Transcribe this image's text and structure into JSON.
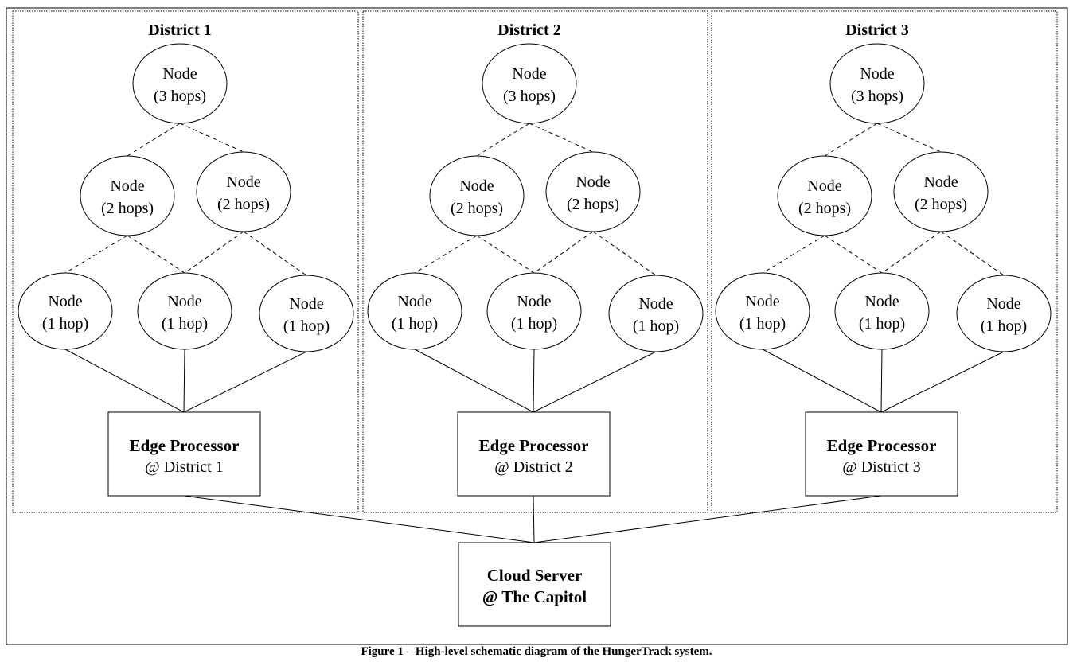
{
  "districts": [
    {
      "title": "District 1",
      "top_node": {
        "line1": "Node",
        "line2": "(3 hops)"
      },
      "mid_nodes": [
        {
          "line1": "Node",
          "line2": "(2 hops)"
        },
        {
          "line1": "Node",
          "line2": "(2 hops)"
        }
      ],
      "bottom_nodes": [
        {
          "line1": "Node",
          "line2": "(1 hop)"
        },
        {
          "line1": "Node",
          "line2": "(1 hop)"
        },
        {
          "line1": "Node",
          "line2": "(1 hop)"
        }
      ],
      "edge_processor": {
        "title": "Edge Processor",
        "subtitle": "@ District 1"
      }
    },
    {
      "title": "District 2",
      "top_node": {
        "line1": "Node",
        "line2": "(3 hops)"
      },
      "mid_nodes": [
        {
          "line1": "Node",
          "line2": "(2 hops)"
        },
        {
          "line1": "Node",
          "line2": "(2 hops)"
        }
      ],
      "bottom_nodes": [
        {
          "line1": "Node",
          "line2": "(1 hop)"
        },
        {
          "line1": "Node",
          "line2": "(1 hop)"
        },
        {
          "line1": "Node",
          "line2": "(1 hop)"
        }
      ],
      "edge_processor": {
        "title": "Edge Processor",
        "subtitle": "@ District 2"
      }
    },
    {
      "title": "District 3",
      "top_node": {
        "line1": "Node",
        "line2": "(3 hops)"
      },
      "mid_nodes": [
        {
          "line1": "Node",
          "line2": "(2 hops)"
        },
        {
          "line1": "Node",
          "line2": "(2 hops)"
        }
      ],
      "bottom_nodes": [
        {
          "line1": "Node",
          "line2": "(1 hop)"
        },
        {
          "line1": "Node",
          "line2": "(1 hop)"
        },
        {
          "line1": "Node",
          "line2": "(1 hop)"
        }
      ],
      "edge_processor": {
        "title": "Edge Processor",
        "subtitle": "@ District 3"
      }
    }
  ],
  "cloud_server": {
    "title": "Cloud Server",
    "subtitle": "@ The Capitol"
  },
  "caption": "Figure 1 – High-level schematic diagram of the HungerTrack system."
}
